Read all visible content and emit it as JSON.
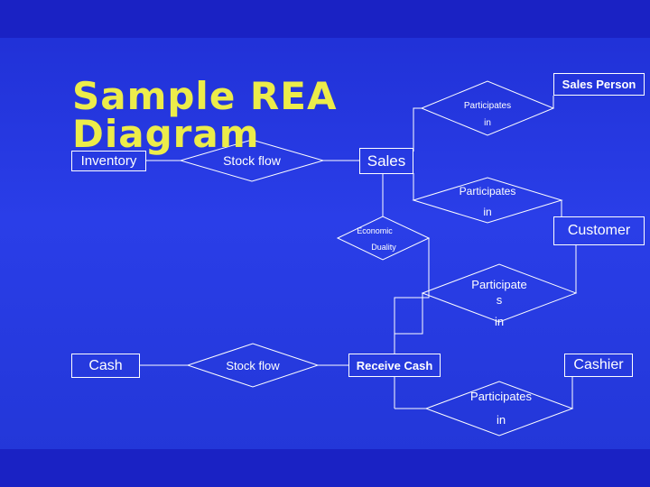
{
  "title": {
    "line1": "Sample REA",
    "line2": "Diagram"
  },
  "entities": {
    "inventory": "Inventory",
    "sales": "Sales",
    "sales_person": "Sales Person",
    "customer": "Customer",
    "cash": "Cash",
    "receive_cash": "Receive Cash",
    "cashier": "Cashier"
  },
  "relationships": {
    "stock_flow_top": "Stock flow",
    "participates_in_sales_person": {
      "line1": "Participates",
      "line2": "in"
    },
    "participates_in_customer": {
      "line1": "Participates",
      "line2": "in"
    },
    "economic_duality": {
      "line1": "Economic",
      "line2": "Duality"
    },
    "participates_in_receive_cash": {
      "line1": "Participate",
      "line2": "s",
      "line3": "in"
    },
    "stock_flow_bottom": "Stock flow",
    "participates_in_cashier": {
      "line1": "Participates",
      "line2": "in"
    }
  },
  "colors": {
    "background": "#2a3ee8",
    "title": "#ecec4a",
    "lines": "#ffffff"
  }
}
